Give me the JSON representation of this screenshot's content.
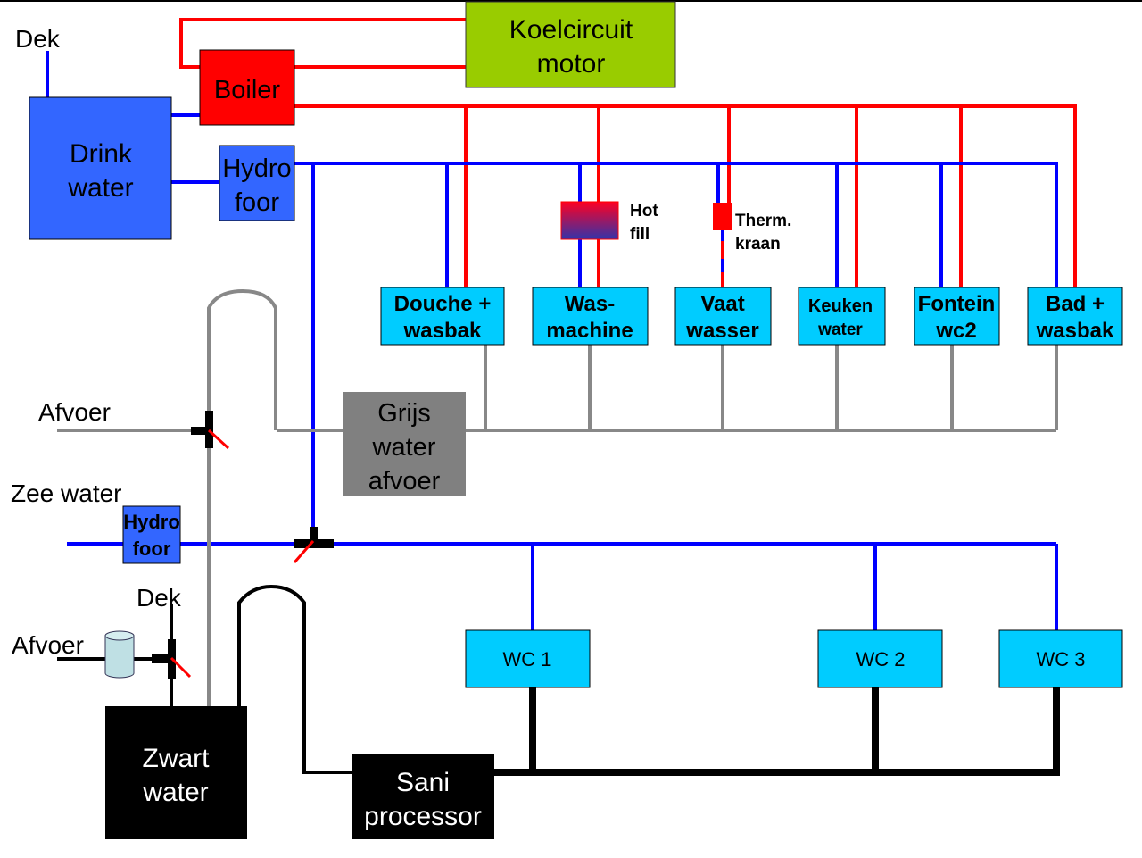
{
  "colors": {
    "hot": "#ff0000",
    "cold": "#0000ff",
    "grey": "#888888",
    "black": "#000000",
    "drinkwater": "#3366ff",
    "koelcircuit": "#99cc00",
    "fixture": "#00ccff",
    "greywater": "#808080",
    "tank": "#bfe0e4"
  },
  "labels": {
    "dek_top": "Dek",
    "afvoer_grey": "Afvoer",
    "zee_water": "Zee water",
    "dek_bottom": "Dek",
    "afvoer_black": "Afvoer",
    "hot_fill": [
      "Hot",
      "fill"
    ],
    "therm_kraan": [
      "Therm.",
      "kraan"
    ]
  },
  "boxes": {
    "koelcircuit": [
      "Koelcircuit",
      "motor"
    ],
    "boiler": [
      "Boiler"
    ],
    "drinkwater": [
      "Drink",
      "water"
    ],
    "hydrofoor": [
      "Hydro",
      "foor"
    ],
    "hydrofoor_sea": [
      "Hydro",
      "foor"
    ],
    "grijswater": [
      "Grijs",
      "water",
      "afvoer"
    ],
    "zwartwater": [
      "Zwart",
      "water"
    ],
    "sani": [
      "Sani",
      "processor"
    ]
  },
  "fixtures": [
    {
      "lines": [
        "Douche +",
        "wasbak"
      ]
    },
    {
      "lines": [
        "Was-",
        "machine"
      ]
    },
    {
      "lines": [
        "Vaat",
        "wasser"
      ]
    },
    {
      "lines": [
        "Keuken",
        "water"
      ]
    },
    {
      "lines": [
        "Fontein",
        "wc2"
      ]
    },
    {
      "lines": [
        "Bad +",
        "wasbak"
      ]
    }
  ],
  "toilets": [
    "WC 1",
    "WC 2",
    "WC 3"
  ]
}
